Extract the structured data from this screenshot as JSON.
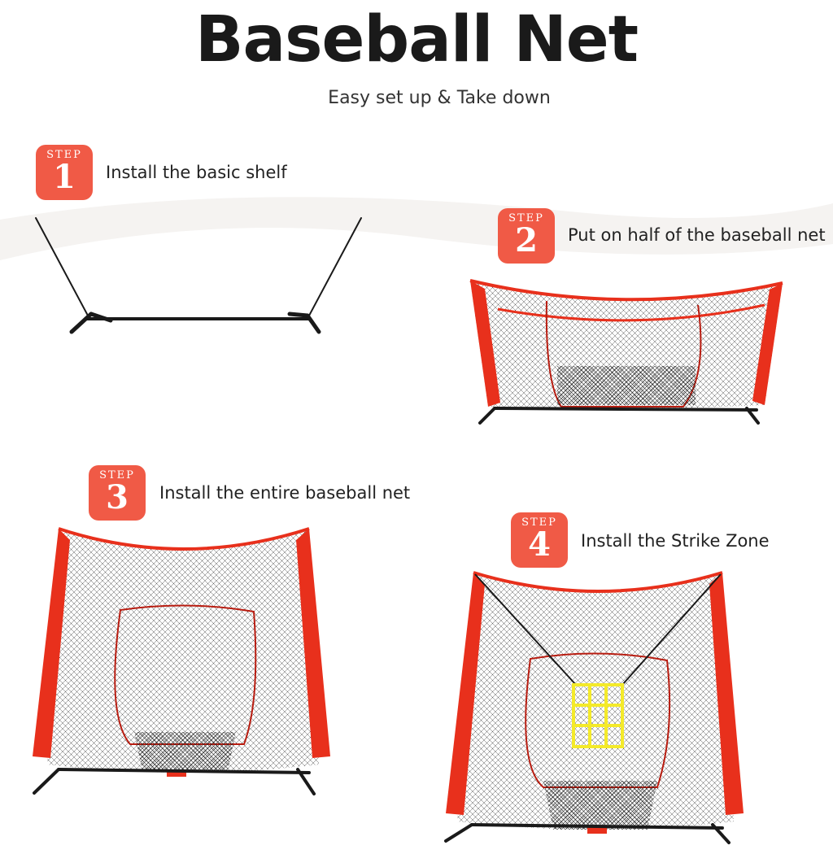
{
  "header": {
    "title": "Baseball Net",
    "subtitle": "Easy set up & Take down"
  },
  "steps": [
    {
      "word": "STEP",
      "number": "1",
      "label": "Install the basic shelf"
    },
    {
      "word": "STEP",
      "number": "2",
      "label": "Put on half of the baseball net"
    },
    {
      "word": "STEP",
      "number": "3",
      "label": "Install the entire baseball net"
    },
    {
      "word": "STEP",
      "number": "4",
      "label": "Install the Strike Zone"
    }
  ],
  "colors": {
    "accent": "#f05a46",
    "net_red": "#e8301c",
    "frame": "#1a1a1a",
    "strike_zone": "#f4ea2a"
  }
}
